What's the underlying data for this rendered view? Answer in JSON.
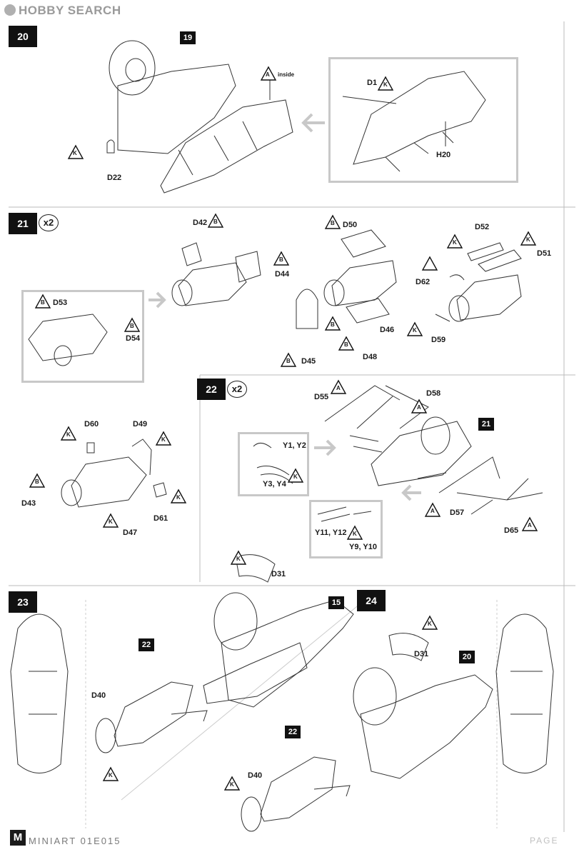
{
  "header": {
    "site_logo": "HOBBY SEARCH"
  },
  "steps": {
    "s20": {
      "number": "20",
      "ref": "19",
      "parts": [
        "A",
        "inside",
        "D1",
        "K",
        "K",
        "D22",
        "H20"
      ]
    },
    "s21": {
      "number": "21",
      "multiplier": "x2",
      "parts": [
        "D42",
        "B",
        "D44",
        "B",
        "D50",
        "B",
        "D45",
        "B",
        "D46",
        "B",
        "D48",
        "B",
        "D52",
        "K",
        "K",
        "D51",
        "D62",
        "K",
        "D59",
        "B",
        "D53",
        "B",
        "D54"
      ]
    },
    "s21b": {
      "parts": [
        "D60",
        "K",
        "D49",
        "K",
        "B",
        "D43",
        "K",
        "D47",
        "K",
        "D61"
      ]
    },
    "s22": {
      "number": "22",
      "multiplier": "x2",
      "ref": "21",
      "parts": [
        "A",
        "D55",
        "D58",
        "A",
        "Y1, Y2",
        "K",
        "Y3, Y4",
        "A",
        "D57",
        "D65",
        "A",
        "Y11, Y12",
        "K",
        "Y9, Y10"
      ]
    },
    "s23": {
      "number": "23",
      "ref22": "22",
      "ref15": "15",
      "parts": [
        "K",
        "D31",
        "D40",
        "K"
      ]
    },
    "s24": {
      "number": "24",
      "ref22": "22",
      "ref20": "20",
      "parts": [
        "K",
        "D31",
        "D40",
        "K"
      ]
    }
  },
  "footer": {
    "brand_mark": "M",
    "brand_text": "MINIART",
    "code": "01E015",
    "page": "PAGE"
  },
  "colors": {
    "step_bg": "#111111",
    "frame_gray": "#c8c8c8",
    "logo_gray": "#9a9a9a"
  }
}
